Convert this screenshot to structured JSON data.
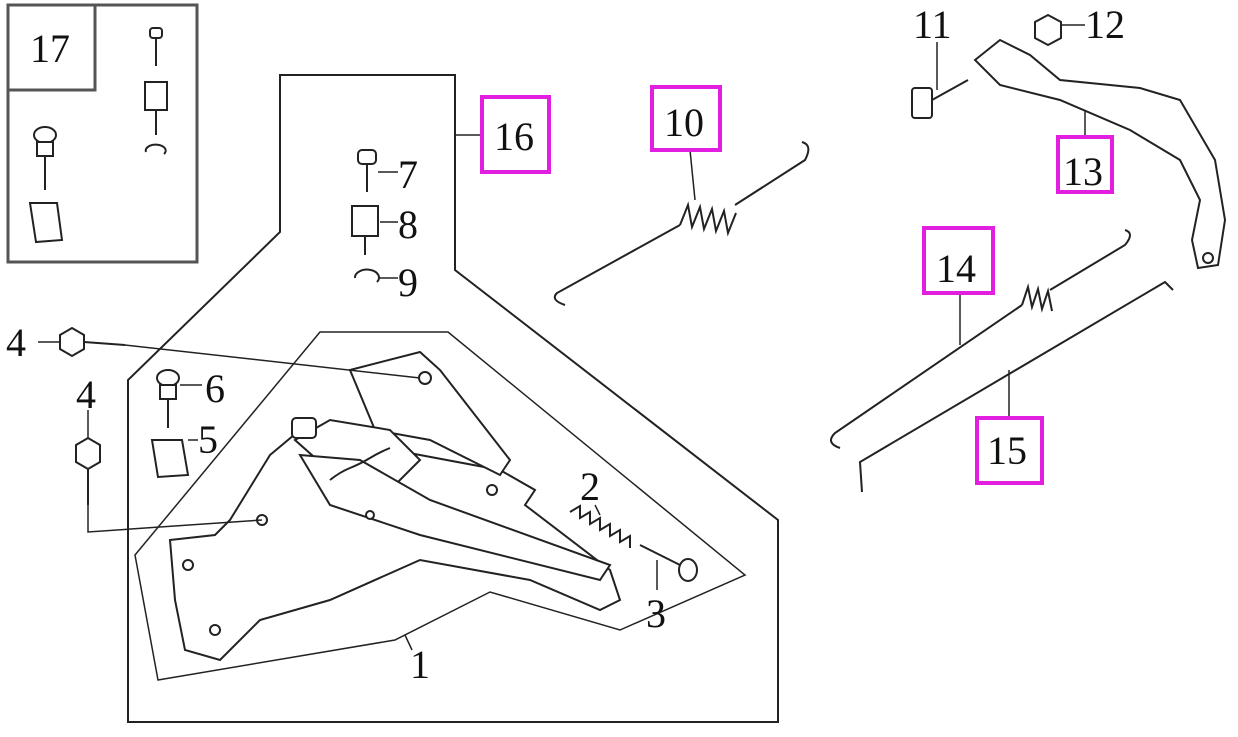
{
  "diagram": {
    "highlight_color": "#e21ee0",
    "labels": {
      "p1": "1",
      "p2": "2",
      "p3": "3",
      "p4a": "4",
      "p4b": "4",
      "p5": "5",
      "p6": "6",
      "p7": "7",
      "p8": "8",
      "p9": "9",
      "p10": "10",
      "p11": "11",
      "p12": "12",
      "p13": "13",
      "p14": "14",
      "p15": "15",
      "p16": "16",
      "p17": "17"
    },
    "highlighted": [
      "10",
      "13",
      "14",
      "15",
      "16"
    ]
  }
}
